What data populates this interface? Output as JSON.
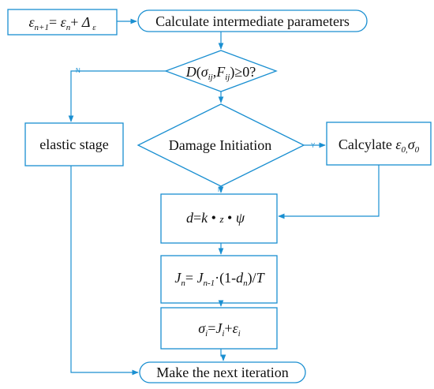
{
  "diagram": {
    "colors": {
      "stroke": "#1a8fd1",
      "text": "#111111"
    },
    "nodes": {
      "update_strain": {
        "parts": [
          {
            "text": "ε",
            "style": "italic"
          },
          {
            "text": "n+1",
            "style": "sub-italic"
          },
          {
            "text": "= ",
            "style": "normal"
          },
          {
            "text": "ε",
            "style": "italic"
          },
          {
            "text": "n",
            "style": "sub-italic"
          },
          {
            "text": "+ ",
            "style": "normal"
          },
          {
            "text": "Δ",
            "style": "italic"
          },
          {
            "text": " ε",
            "style": "sub-italic"
          }
        ]
      },
      "calc_params": {
        "label": "Calculate intermediate parameters"
      },
      "criterion": {
        "parts": [
          {
            "text": "D",
            "style": "italic"
          },
          {
            "text": "(",
            "style": "normal"
          },
          {
            "text": "σ",
            "style": "italic"
          },
          {
            "text": "ij",
            "style": "sub-italic"
          },
          {
            "text": ",",
            "style": "normal"
          },
          {
            "text": "F",
            "style": "italic"
          },
          {
            "text": "ij",
            "style": "sub-italic"
          },
          {
            "text": ")≥0?",
            "style": "normal"
          }
        ]
      },
      "elastic_stage": {
        "label": "elastic stage"
      },
      "damage_initiation": {
        "label": "Damage Initiation"
      },
      "calculate_initial": {
        "parts": [
          {
            "text": "Calcylate  ",
            "style": "normal"
          },
          {
            "text": "ε",
            "style": "italic"
          },
          {
            "text": "0,",
            "style": "sub-italic"
          },
          {
            "text": "σ",
            "style": "italic"
          },
          {
            "text": "0",
            "style": "sub-italic"
          }
        ]
      },
      "damage_var": {
        "parts": [
          {
            "text": "d",
            "style": "italic"
          },
          {
            "text": "=",
            "style": "normal"
          },
          {
            "text": "k",
            "style": "italic"
          },
          {
            "text": " • ",
            "style": "normal"
          },
          {
            "text": "z",
            "style": "italic-small"
          },
          {
            "text": " •   ",
            "style": "normal"
          },
          {
            "text": "ψ",
            "style": "italic"
          }
        ]
      },
      "j_update": {
        "parts": [
          {
            "text": "J",
            "style": "italic"
          },
          {
            "text": "n",
            "style": "sub-italic"
          },
          {
            "text": "= ",
            "style": "normal"
          },
          {
            "text": "J",
            "style": "italic"
          },
          {
            "text": "n-1",
            "style": "sub-italic"
          },
          {
            "text": "·(1-",
            "style": "normal"
          },
          {
            "text": "d",
            "style": "italic"
          },
          {
            "text": "n",
            "style": "sub-italic"
          },
          {
            "text": ")/",
            "style": "normal"
          },
          {
            "text": "T",
            "style": "italic"
          }
        ]
      },
      "stress_update": {
        "parts": [
          {
            "text": "σ",
            "style": "italic"
          },
          {
            "text": "i",
            "style": "sub-italic"
          },
          {
            "text": "=",
            "style": "normal"
          },
          {
            "text": "J",
            "style": "italic"
          },
          {
            "text": "i",
            "style": "sub-italic"
          },
          {
            "text": "+",
            "style": "normal"
          },
          {
            "text": "ε",
            "style": "italic"
          },
          {
            "text": "i",
            "style": "sub-italic"
          }
        ]
      },
      "next_iteration": {
        "label": "Make the next iteration"
      }
    },
    "edge_labels": {
      "no_left": "N",
      "yes_right": "Y",
      "no_down": "N"
    }
  }
}
